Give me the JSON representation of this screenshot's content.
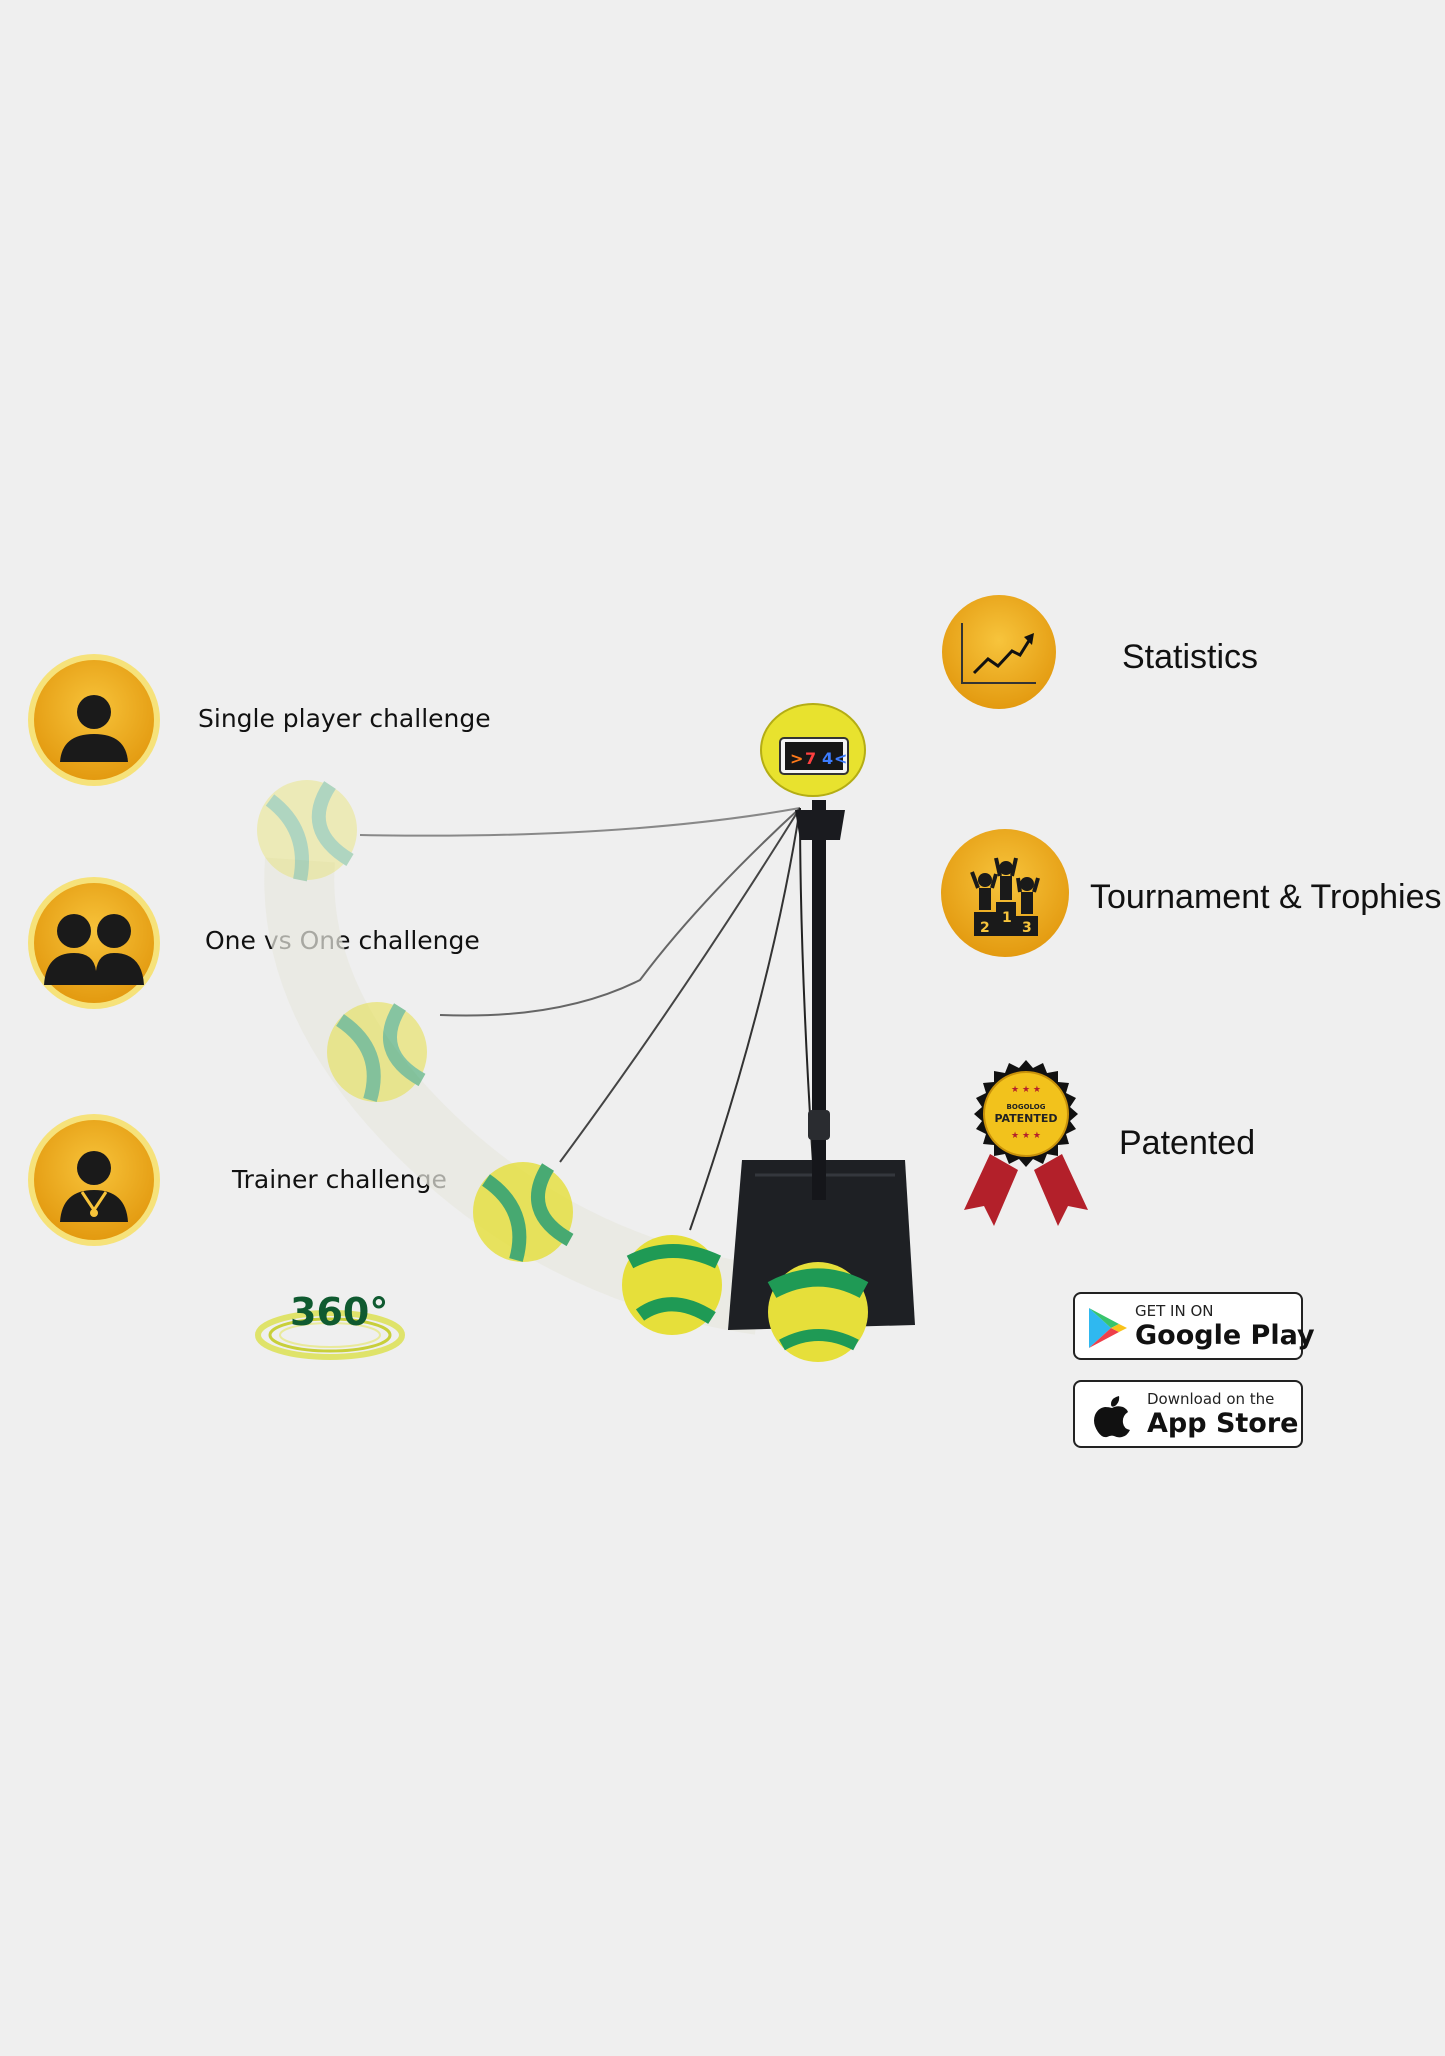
{
  "features_left": [
    {
      "label": "Single player challenge",
      "icon": "single-player-icon"
    },
    {
      "label": "One vs One challenge",
      "icon": "two-players-icon"
    },
    {
      "label": "Trainer challenge",
      "icon": "trainer-icon"
    }
  ],
  "badge_360": {
    "text": "360°"
  },
  "features_right": [
    {
      "label": "Statistics",
      "icon": "statistics-chart-icon"
    },
    {
      "label": "Tournament & Trophies",
      "icon": "podium-trophy-icon"
    },
    {
      "label": "Patented",
      "icon": "patented-seal-icon"
    }
  ],
  "patented_seal": {
    "line1": "BOGOLOG",
    "line2": "PATENTED"
  },
  "device": {
    "screen_digits": [
      "7",
      "4"
    ]
  },
  "stores": {
    "google": {
      "small": "GET IN ON",
      "big": "Google Play",
      "icon": "google-play-icon"
    },
    "apple": {
      "small": "Download on the",
      "big": "App Store",
      "icon": "apple-icon"
    }
  },
  "colors": {
    "background": "#efefef",
    "icon_gold": "#f2b21c",
    "ball_yellow": "#e6df3a",
    "ball_green": "#1f9a55",
    "stand_black": "#1c1e22"
  }
}
